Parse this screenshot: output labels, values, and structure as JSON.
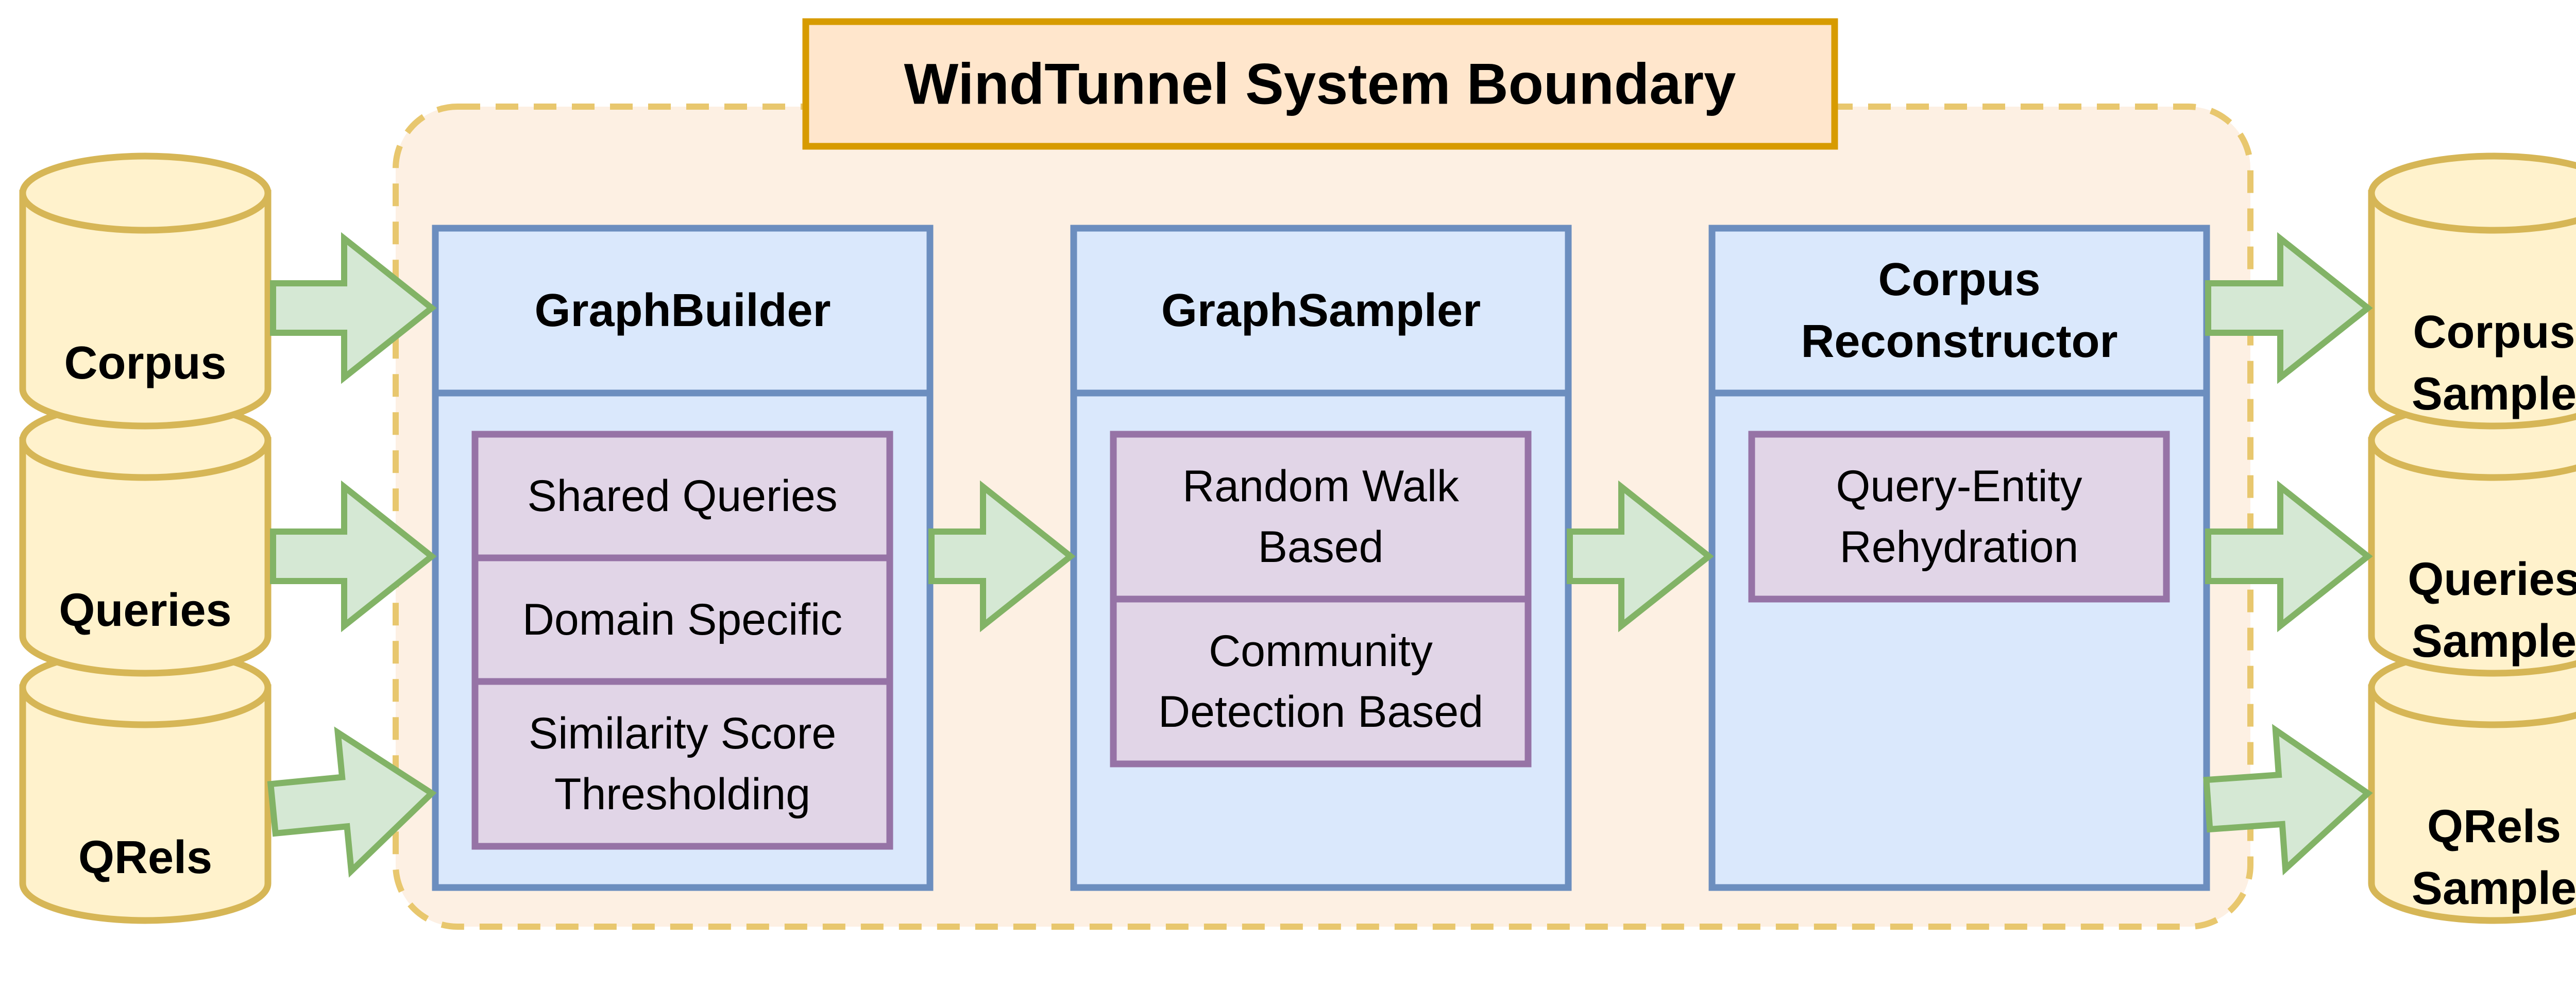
{
  "boundary": {
    "title": "WindTunnel System Boundary"
  },
  "inputs": [
    {
      "id": "corpus",
      "label": "Corpus"
    },
    {
      "id": "queries",
      "label": "Queries"
    },
    {
      "id": "qrels",
      "label": "QRels"
    }
  ],
  "outputs": [
    {
      "id": "corpus-sample",
      "label_lines": [
        "Corpus",
        "Sample"
      ]
    },
    {
      "id": "queries-sample",
      "label_lines": [
        "Queries",
        "Sample"
      ]
    },
    {
      "id": "qrels-sample",
      "label_lines": [
        "QRels",
        "Sample"
      ]
    }
  ],
  "modules": [
    {
      "id": "graphbuilder",
      "title_lines": [
        "GraphBuilder"
      ],
      "items": [
        {
          "lines": [
            "Shared Queries"
          ]
        },
        {
          "lines": [
            "Domain Specific"
          ]
        },
        {
          "lines": [
            "Similarity Score",
            "Thresholding"
          ]
        }
      ]
    },
    {
      "id": "graphsampler",
      "title_lines": [
        "GraphSampler"
      ],
      "items": [
        {
          "lines": [
            "Random Walk",
            "Based"
          ]
        },
        {
          "lines": [
            "Community",
            "Detection Based"
          ]
        }
      ]
    },
    {
      "id": "corpus-reconstructor",
      "title_lines": [
        "Corpus",
        "Reconstructor"
      ],
      "items": [
        {
          "lines": [
            "Query-Entity",
            "Rehydration"
          ]
        }
      ]
    }
  ],
  "colors": {
    "cylinder_fill": "#fff2cc",
    "cylinder_stroke": "#d6b656",
    "boundary_fill": "#fdf0e3",
    "boundary_stroke": "#e8c76e",
    "title_fill": "#ffe6cc",
    "title_stroke": "#d79b00",
    "module_fill": "#dae8fc",
    "module_stroke": "#6c8ebf",
    "item_fill": "#e1d5e7",
    "item_stroke": "#9673a6",
    "arrow_fill": "#d5e8d4",
    "arrow_stroke": "#82b366"
  }
}
